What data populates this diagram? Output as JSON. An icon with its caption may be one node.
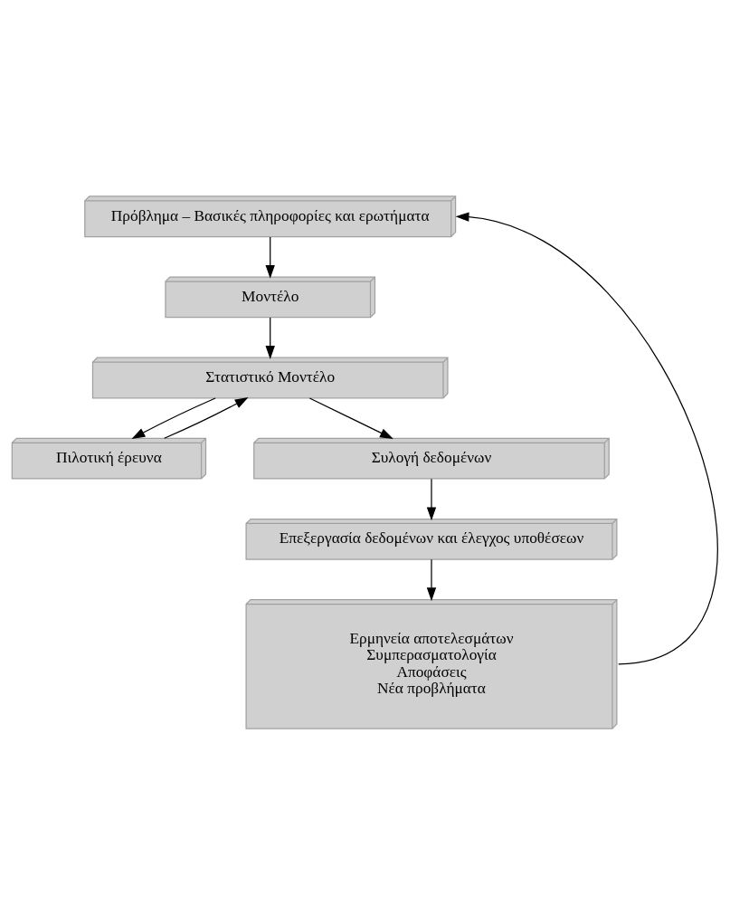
{
  "diagram": {
    "nodes": [
      {
        "text": [
          "Πρόβλημα – Βασικές πληροφορίες και ερωτήματα"
        ]
      },
      {
        "text": [
          "Μοντέλο"
        ]
      },
      {
        "text": [
          "Στατιστικό Μοντέλο"
        ]
      },
      {
        "text": [
          "Πιλοτική έρευνα"
        ]
      },
      {
        "text": [
          "Συλογή δεδομένων"
        ]
      },
      {
        "text": [
          "Επεξεργασία δεδομένων και έλεγχος υποθέσεων"
        ]
      },
      {
        "text": [
          "Ερμηνεία αποτελεσμάτων",
          "Συμπερασματολογία",
          "Αποφάσεις",
          "Νέα προβλήματα"
        ]
      }
    ],
    "edges": [
      {
        "from": 0,
        "to": 1,
        "arrow": "to"
      },
      {
        "from": 1,
        "to": 2,
        "arrow": "to"
      },
      {
        "from": 2,
        "to": 3,
        "arrow": "to"
      },
      {
        "from": 3,
        "to": 2,
        "arrow": "to"
      },
      {
        "from": 2,
        "to": 4,
        "arrow": "to"
      },
      {
        "from": 4,
        "to": 5,
        "arrow": "to"
      },
      {
        "from": 5,
        "to": 6,
        "arrow": "to"
      },
      {
        "from": 6,
        "to": 0,
        "arrow": "to"
      }
    ]
  }
}
